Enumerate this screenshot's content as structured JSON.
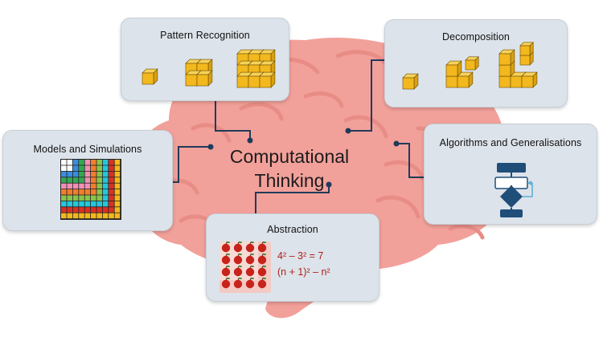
{
  "center": {
    "line1": "Computational",
    "line2": "Thinking"
  },
  "cards": {
    "pattern_recognition": {
      "title": "Pattern Recognition"
    },
    "decomposition": {
      "title": "Decomposition"
    },
    "models_simulations": {
      "title": "Models and Simulations"
    },
    "algorithms": {
      "title": "Algorithms and Generalisations"
    },
    "abstraction": {
      "title": "Abstraction",
      "formula1": "4² – 3² = 7",
      "formula2": "(n + 1)² – n²"
    }
  },
  "colors": {
    "brain": "#f2a09a",
    "brain_fold": "#e88d86",
    "card_bg": "#dde3ea",
    "connector": "#1f3b5a",
    "cube": "#f2b81e",
    "flowchart": "#1f4e79",
    "apple": "#c8231b"
  }
}
